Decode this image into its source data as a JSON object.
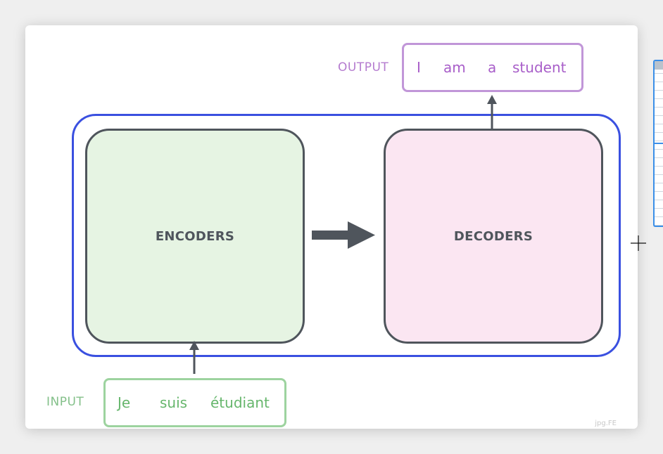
{
  "diagram": {
    "blocks": {
      "encoder_label": "ENCODERS",
      "decoder_label": "DECODERS"
    },
    "output": {
      "tag": "OUTPUT",
      "tokens": [
        "I",
        "am",
        "a",
        "student"
      ]
    },
    "input": {
      "tag": "INPUT",
      "tokens": [
        "Je",
        "suis",
        "étudiant"
      ]
    }
  },
  "colors": {
    "outer_frame": "#3a50e0",
    "block_border": "#4f555c",
    "encoder_fill": "#e6f4e3",
    "decoder_fill": "#fbe6f2",
    "output_text": "#a85ec9",
    "input_text": "#66b66c"
  },
  "watermark": "jpg.FE"
}
